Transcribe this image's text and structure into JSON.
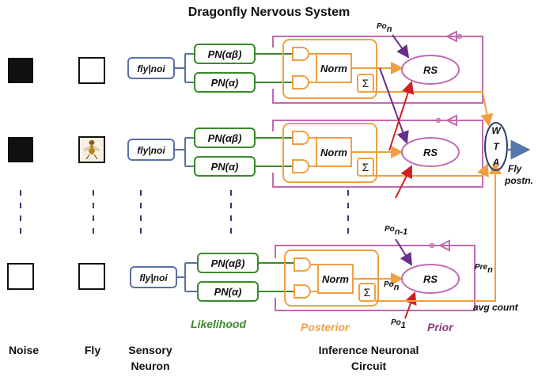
{
  "title": "Dragonfly Nervous System",
  "columns": {
    "noise": "Noise",
    "fly": "Fly",
    "sensory_line1": "Sensory",
    "sensory_line2": "Neuron",
    "inference_line1": "Inference Neuronal",
    "inference_line2": "Circuit"
  },
  "blocks": {
    "sensory": "fly|noi",
    "pn_ab": "PN(αβ)",
    "pn_a": "PN(α)",
    "norm": "Norm",
    "sum": "Σ",
    "rs": "RS"
  },
  "wta": {
    "w": "W",
    "t": "T",
    "a": "A"
  },
  "labels": {
    "po_n_base": "Po",
    "po_n_sub": "n",
    "po_n1_base": "Po",
    "po_n1_sub": "n-1",
    "po_1_base": "Po",
    "po_1_sub": "1",
    "pre_base": "Pre",
    "pre_sub": "n",
    "avg_count": "avg count",
    "fly_postn1": "Fly",
    "fly_postn2": "postn.",
    "likelihood": "Likelihood",
    "posterior": "Posterior",
    "prior": "Prior"
  },
  "colors": {
    "likelihood": "#3a8a2a",
    "posterior": "#f0a040",
    "prior": "#8a3a7a",
    "rs_stroke": "#c06ab0",
    "sensory_stroke": "#5a6fa5",
    "wta_stroke": "#2c3e70",
    "purple_arrow": "#6a2d8a",
    "red_arrow": "#d02020",
    "output_arrow": "#5577aa"
  }
}
